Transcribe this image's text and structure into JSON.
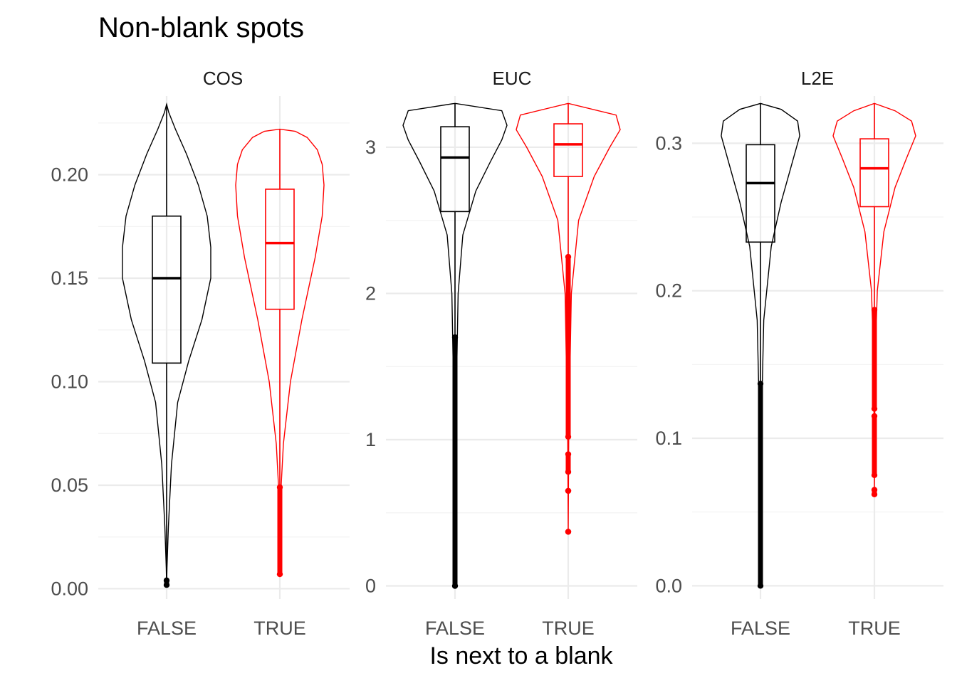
{
  "chart_data": {
    "type": "violin",
    "title": "Non-blank spots",
    "xlabel": "Is next to a blank",
    "ylabel": "",
    "categories": [
      "FALSE",
      "TRUE"
    ],
    "colors": {
      "FALSE": "#000000",
      "TRUE": "#ff0000"
    },
    "grid": true,
    "legend": "none",
    "facets": [
      {
        "label": "COS",
        "ylim": [
          -0.005,
          0.238
        ],
        "yticks": [
          0.0,
          0.05,
          0.1,
          0.15,
          0.2
        ],
        "ytick_labels": [
          "0.00",
          "0.05",
          "0.10",
          "0.15",
          "0.20"
        ],
        "groups": [
          {
            "name": "FALSE",
            "min": 0.002,
            "q1": 0.109,
            "median": 0.15,
            "q3": 0.18,
            "max": 0.234,
            "whisker_low": 0.005,
            "whisker_high": 0.234,
            "outliers": [
              [
                0.0018,
                0.004
              ]
            ],
            "violin": [
              [
                0.002,
                0.0
              ],
              [
                0.01,
                0.008
              ],
              [
                0.03,
                0.04
              ],
              [
                0.06,
                0.11
              ],
              [
                0.09,
                0.25
              ],
              [
                0.11,
                0.5
              ],
              [
                0.13,
                0.8
              ],
              [
                0.15,
                1.0
              ],
              [
                0.165,
                1.0
              ],
              [
                0.18,
                0.92
              ],
              [
                0.195,
                0.72
              ],
              [
                0.21,
                0.45
              ],
              [
                0.222,
                0.2
              ],
              [
                0.23,
                0.05
              ],
              [
                0.234,
                0.0
              ]
            ]
          },
          {
            "name": "TRUE",
            "min": 0.007,
            "q1": 0.135,
            "median": 0.167,
            "q3": 0.193,
            "max": 0.222,
            "whisker_low": 0.049,
            "whisker_high": 0.222,
            "outliers": [
              [
                0.007,
                0.049
              ]
            ],
            "violin": [
              [
                0.007,
                0.0
              ],
              [
                0.03,
                0.005
              ],
              [
                0.05,
                0.03
              ],
              [
                0.07,
                0.08
              ],
              [
                0.1,
                0.24
              ],
              [
                0.13,
                0.5
              ],
              [
                0.16,
                0.8
              ],
              [
                0.18,
                0.96
              ],
              [
                0.195,
                1.0
              ],
              [
                0.205,
                0.96
              ],
              [
                0.212,
                0.85
              ],
              [
                0.218,
                0.62
              ],
              [
                0.221,
                0.35
              ],
              [
                0.222,
                0.0
              ]
            ]
          }
        ]
      },
      {
        "label": "EUC",
        "ylim": [
          -0.09,
          3.35
        ],
        "yticks": [
          0,
          1,
          2,
          3
        ],
        "ytick_labels": [
          "0",
          "1",
          "2",
          "3"
        ],
        "groups": [
          {
            "name": "FALSE",
            "min": 0.0,
            "q1": 2.56,
            "median": 2.93,
            "q3": 3.14,
            "max": 3.3,
            "whisker_low": 1.7,
            "whisker_high": 3.3,
            "outliers": [
              [
                0.0,
                1.7
              ]
            ],
            "violin": [
              [
                0.0,
                0.0
              ],
              [
                1.0,
                0.01
              ],
              [
                2.0,
                0.06
              ],
              [
                2.4,
                0.15
              ],
              [
                2.7,
                0.4
              ],
              [
                2.9,
                0.68
              ],
              [
                3.05,
                0.9
              ],
              [
                3.15,
                1.0
              ],
              [
                3.25,
                0.9
              ],
              [
                3.3,
                0.0
              ]
            ]
          },
          {
            "name": "TRUE",
            "min": 0.37,
            "q1": 2.8,
            "median": 3.02,
            "q3": 3.16,
            "max": 3.3,
            "whisker_low": 2.25,
            "whisker_high": 3.3,
            "outliers": [
              [
                0.37,
                0.37
              ],
              [
                0.65,
                0.65
              ],
              [
                0.78,
                0.9
              ],
              [
                1.02,
                2.25
              ]
            ],
            "violin": [
              [
                0.37,
                0.0
              ],
              [
                1.0,
                0.01
              ],
              [
                2.0,
                0.06
              ],
              [
                2.5,
                0.2
              ],
              [
                2.8,
                0.5
              ],
              [
                3.0,
                0.8
              ],
              [
                3.12,
                1.0
              ],
              [
                3.22,
                0.92
              ],
              [
                3.3,
                0.0
              ]
            ]
          }
        ]
      },
      {
        "label": "L2E",
        "ylim": [
          -0.009,
          0.332
        ],
        "yticks": [
          0.0,
          0.1,
          0.2,
          0.3
        ],
        "ytick_labels": [
          "0.0",
          "0.1",
          "0.2",
          "0.3"
        ],
        "groups": [
          {
            "name": "FALSE",
            "min": 0.0,
            "q1": 0.233,
            "median": 0.273,
            "q3": 0.299,
            "max": 0.327,
            "whisker_low": 0.137,
            "whisker_high": 0.327,
            "outliers": [
              [
                0.0,
                0.137
              ]
            ],
            "violin": [
              [
                0.0,
                0.0
              ],
              [
                0.1,
                0.015
              ],
              [
                0.18,
                0.08
              ],
              [
                0.23,
                0.26
              ],
              [
                0.26,
                0.5
              ],
              [
                0.285,
                0.75
              ],
              [
                0.305,
                0.95
              ],
              [
                0.315,
                0.9
              ],
              [
                0.323,
                0.5
              ],
              [
                0.327,
                0.0
              ]
            ]
          },
          {
            "name": "TRUE",
            "min": 0.062,
            "q1": 0.257,
            "median": 0.283,
            "q3": 0.303,
            "max": 0.327,
            "whisker_low": 0.187,
            "whisker_high": 0.327,
            "outliers": [
              [
                0.062,
                0.065
              ],
              [
                0.075,
                0.115
              ],
              [
                0.12,
                0.187
              ]
            ],
            "violin": [
              [
                0.062,
                0.0
              ],
              [
                0.15,
                0.015
              ],
              [
                0.2,
                0.07
              ],
              [
                0.24,
                0.23
              ],
              [
                0.27,
                0.5
              ],
              [
                0.29,
                0.78
              ],
              [
                0.305,
                1.0
              ],
              [
                0.315,
                0.9
              ],
              [
                0.322,
                0.5
              ],
              [
                0.327,
                0.0
              ]
            ]
          }
        ]
      }
    ]
  }
}
